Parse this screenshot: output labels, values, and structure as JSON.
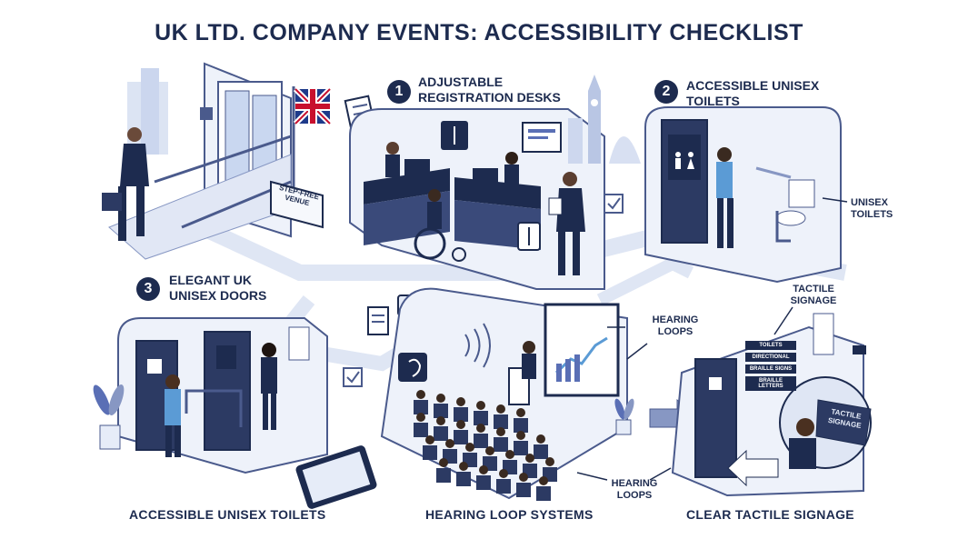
{
  "title": "UK LTD. COMPANY EVENTS: ACCESSIBILITY CHECKLIST",
  "colors": {
    "navy": "#1d2b4f",
    "accent": "#5a6fb5",
    "light": "#e6ecf8",
    "panel": "#f3f6fc"
  },
  "sections": [
    {
      "number": "1",
      "line1": "ADJUSTABLE",
      "line2": "REGISTRATION DESKS"
    },
    {
      "number": "2",
      "line1": "ACCESSIBLE UNISEX",
      "line2": "TOILETS"
    },
    {
      "number": "3",
      "line1": "ELEGANT UK",
      "line2": "UNISEX DOORS"
    }
  ],
  "signs": {
    "venue": "STEP-FREE VENUE"
  },
  "callouts": {
    "unisex_toilets": "UNISEX TOILETS",
    "tactile_signage": "TACTILE SIGNAGE",
    "hearing_loops_top": "HEARING LOOPS",
    "hearing_loops_bottom": "HEARING LOOPS"
  },
  "captions": {
    "left": "ACCESSIBLE UNISEX TOILETS",
    "center": "HEARING LOOP SYSTEMS",
    "right": "CLEAR TACTILE SIGNAGE"
  },
  "directional_signs": [
    "TOILETS",
    "DIRECTIONAL",
    "BRAILLE SIGNS",
    "BRAILLE LETTERS"
  ],
  "tactile_plate": {
    "line1": "TACTILE",
    "line2": "SIGNAGE"
  },
  "icons": [
    "accessible-icon",
    "unisex-icon",
    "hearing-loop-icon",
    "checkmark-icon",
    "uk-flag-icon",
    "big-ben-icon",
    "chart-icon",
    "arrow-icon"
  ]
}
